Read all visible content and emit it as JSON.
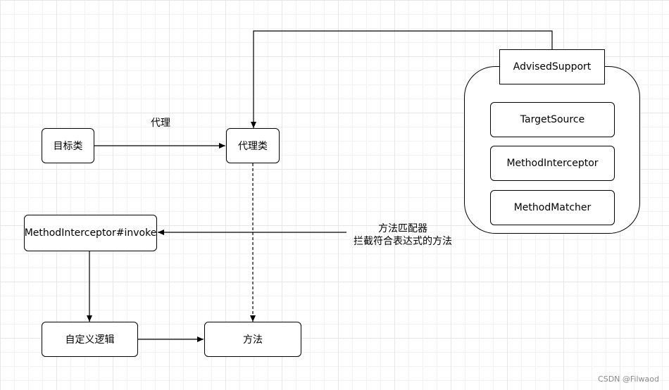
{
  "nodes": {
    "target_class": "目标类",
    "proxy_class": "代理类",
    "method_interceptor_invoke": "MethodInterceptor#invoke",
    "custom_logic": "自定义逻辑",
    "method": "方法",
    "advised_support": "AdvisedSupport",
    "target_source": "TargetSource",
    "method_interceptor": "MethodInterceptor",
    "method_matcher": "MethodMatcher"
  },
  "edge_labels": {
    "proxy": "代理",
    "matcher_line1": "方法匹配器",
    "matcher_line2": "拦截符合表达式的方法"
  },
  "watermark": "CSDN @Filwaod"
}
